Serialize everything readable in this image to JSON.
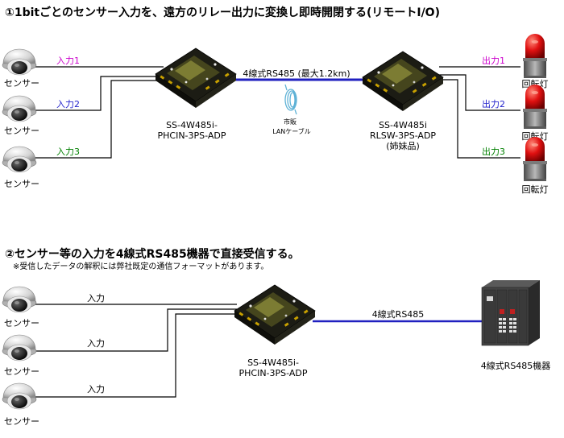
{
  "diagram1": {
    "title": "①1bitごとのセンサー入力を、遠方のリレー出力に変換し即時開閉する(リモートI/O)",
    "sensor_label": "センサー",
    "inputs": [
      "入力1",
      "入力2",
      "入力3"
    ],
    "device_left": {
      "line1": "SS-4W485i-",
      "line2": "PHCIN-3PS-ADP"
    },
    "link_label": "4線式RS485 (最大1.2km)",
    "cable_label": {
      "line1": "市販",
      "line2": "LANケーブル"
    },
    "device_right": {
      "line1": "SS-4W485i",
      "line2": "RLSW-3PS-ADP",
      "line3": "(姉妹品)"
    },
    "outputs": [
      "出力1",
      "出力2",
      "出力3"
    ],
    "lamp_label": "回転灯",
    "colors": {
      "input": "#cc00cc",
      "input2": "#2222cc",
      "input3": "#008000",
      "link": "#2020c0"
    }
  },
  "diagram2": {
    "title": "②センサー等の入力を4線式RS485機器で直接受信する。",
    "note": "※受信したデータの解釈には弊社既定の通信フォーマットがあります。",
    "sensor_label": "センサー",
    "inputs": [
      "入力",
      "入力",
      "入力"
    ],
    "device": {
      "line1": "SS-4W485i-",
      "line2": "PHCIN-3PS-ADP"
    },
    "link_label": "4線式RS485",
    "equipment_label": "4線式RS485機器"
  }
}
